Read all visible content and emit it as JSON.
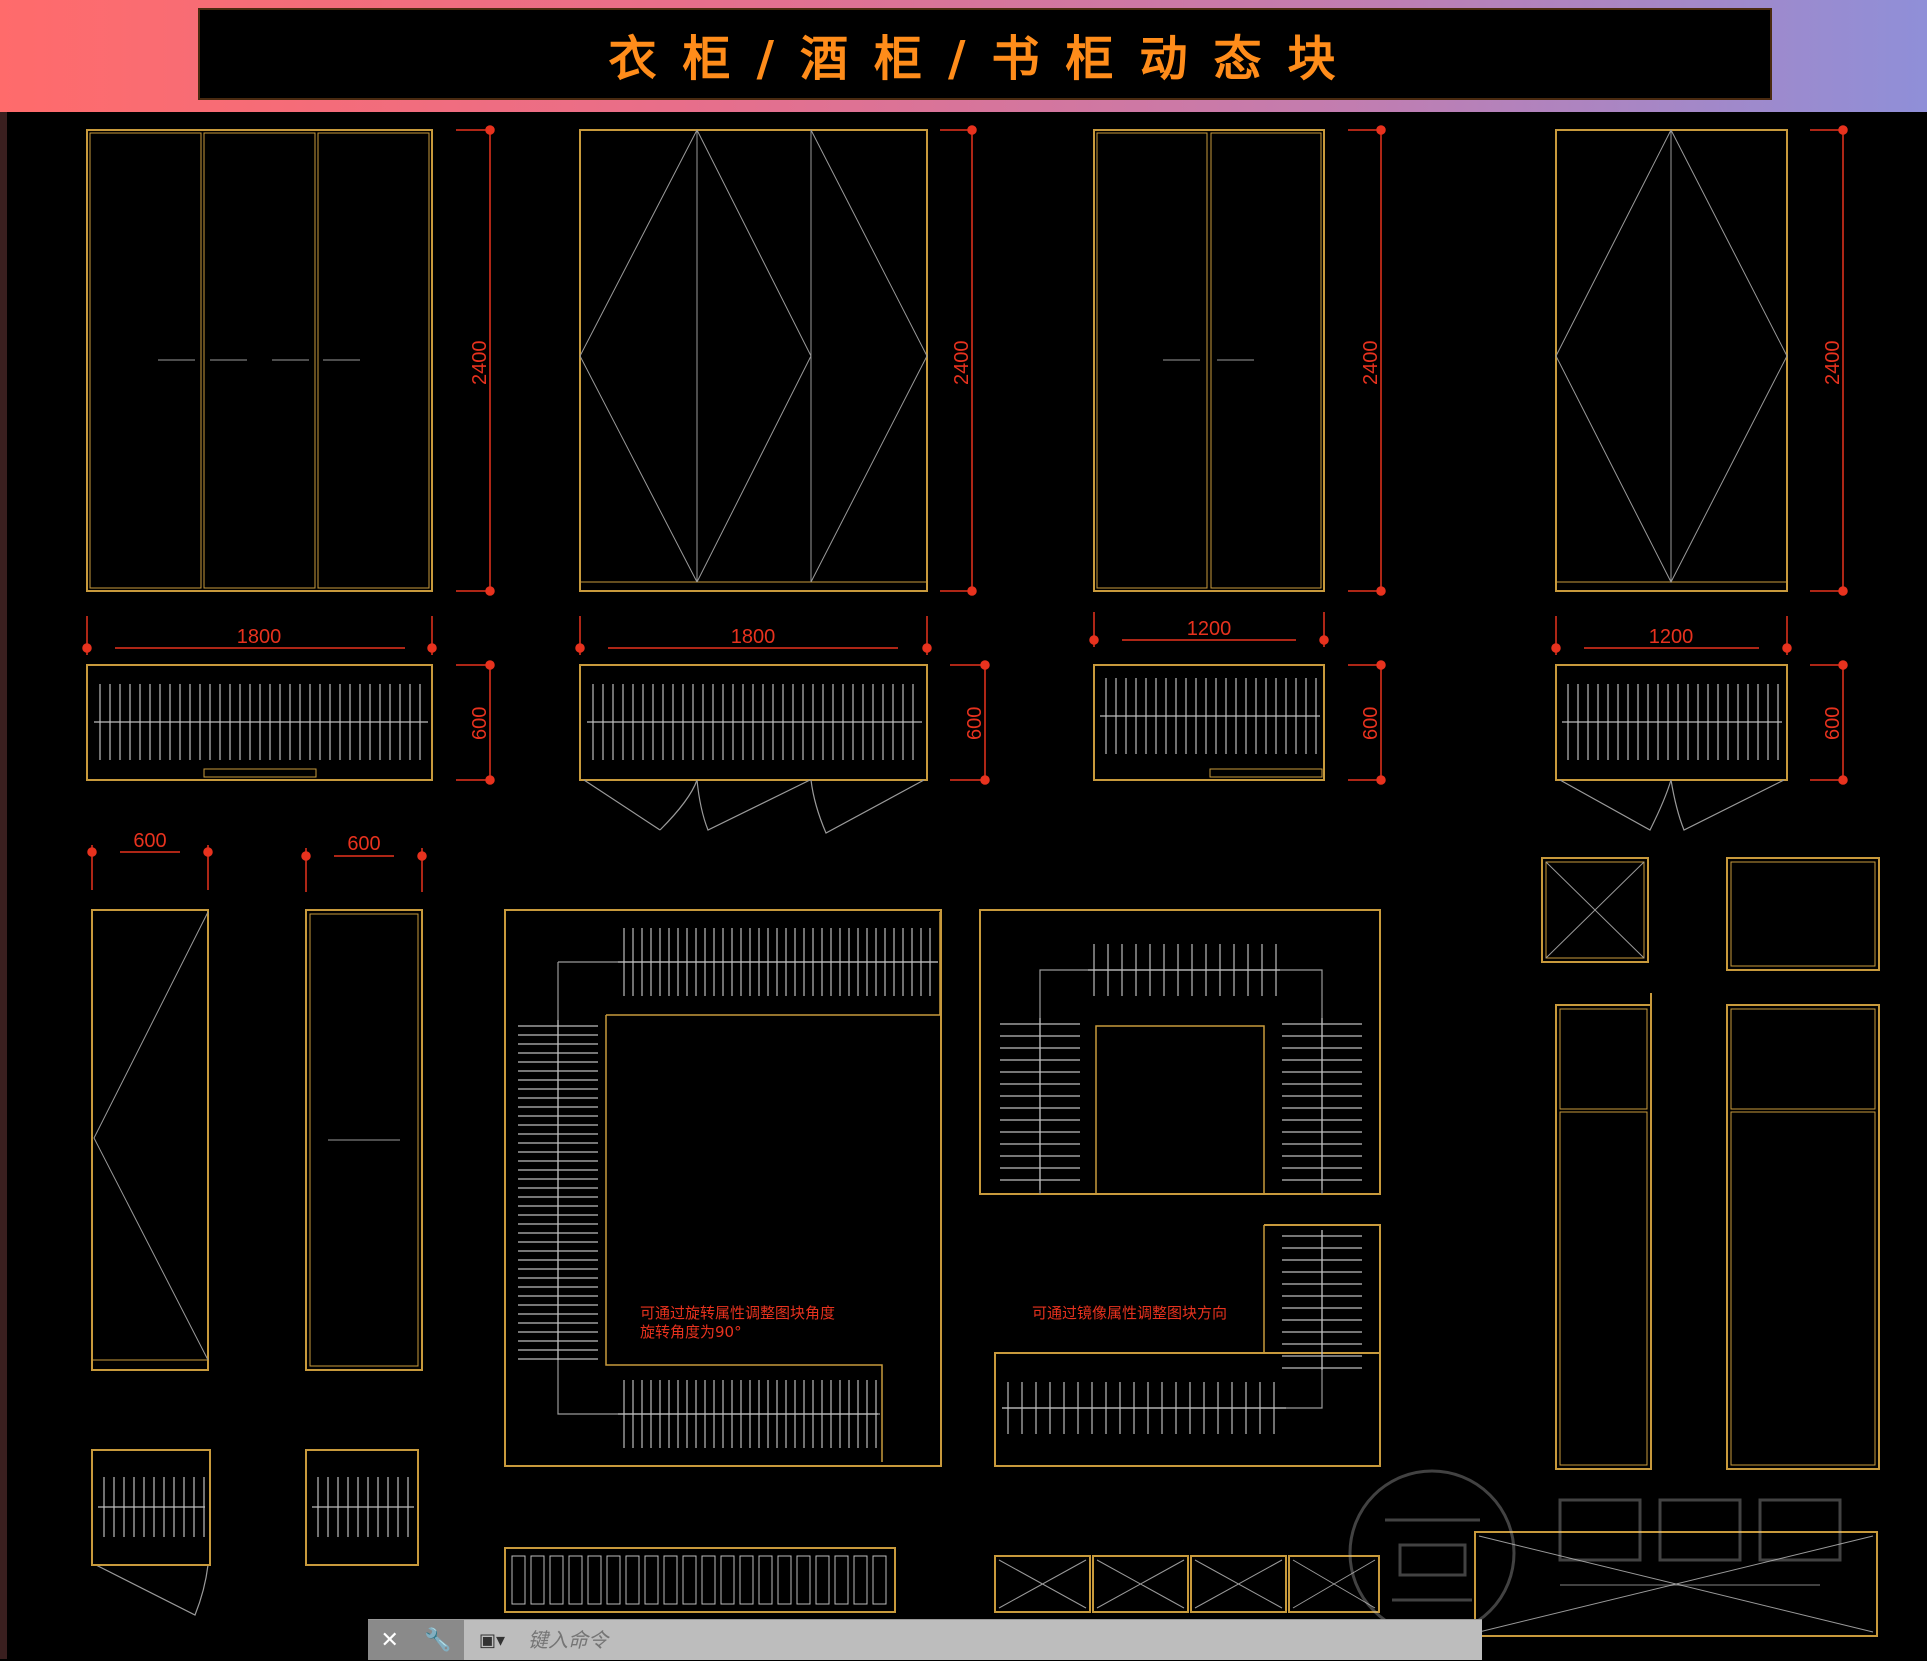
{
  "header": {
    "title": "衣柜/酒柜/书柜动态块"
  },
  "dimensions": {
    "height_2400": "2400",
    "depth_600": "600",
    "width_1800": "1800",
    "width_1200": "1200",
    "width_600": "600"
  },
  "notes": {
    "rotate_line1": "可通过旋转属性调整图块角度",
    "rotate_line2": "旋转角度为90°",
    "mirror": "可通过镜像属性调整图块方向"
  },
  "command_line": {
    "placeholder": "键入命令",
    "close_icon": "close-icon",
    "customize_icon": "wrench-icon",
    "prompt_icon": "terminal-icon"
  },
  "colors": {
    "outline": "#c89a3c",
    "dimension": "#e8321e",
    "title": "#ff8c1a",
    "inner_line": "#9a9a9a"
  }
}
